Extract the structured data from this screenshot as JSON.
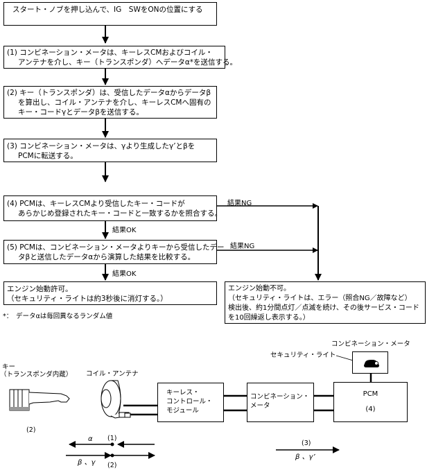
{
  "flowchart": {
    "start": {
      "text": "スタート・ノブを押し込んで、IG　SWをONの位置にする"
    },
    "steps": [
      {
        "lines": [
          "(1) コンビネーション・メータは、キーレスCMおよびコイル・",
          "アンテナを介し、キー（トランスポンダ）へデータα*を送信する。"
        ]
      },
      {
        "lines": [
          "(2) キー（トランスポンダ）は、受信したデータαからデータβ",
          "を算出し、コイル・アンテナを介し、キーレスCMへ固有の",
          "キー・コードγとデータβを送信する。"
        ]
      },
      {
        "lines": [
          "(3) コンビネーション・メータは、γより生成したγ’とβを",
          "PCMに転送する。"
        ]
      },
      {
        "lines": [
          "(4) PCMは、キーレスCMより受信したキー・コードが",
          "あらかじめ登録されたキー・コードと一致するかを照合する。"
        ]
      },
      {
        "lines": [
          "(5) PCMは、コンビネーション・メータよりキーから受信したデー",
          "タβと送信したデータαから演算した結果を比較する。"
        ]
      }
    ],
    "result_ok_label": "結果OK",
    "result_ng_label": "結果NG",
    "permit": {
      "lines": [
        "エンジン始動許可。",
        "（セキュリティ・ライトは約3秒後に消灯する。）"
      ]
    },
    "deny": {
      "lines": [
        "エンジン始動不可。",
        "（セキュリティ・ライトは、エラー（照合NG／故障など）",
        "検出後、約1分間点灯／点滅を続け、その後サービス・コード",
        "を10回繰返し表示する。）"
      ]
    },
    "footnote": "*：　データαは毎回異なるランダム値"
  },
  "diagram": {
    "key_label_1": "キー",
    "key_label_2": "（トランスポンダ内蔵）",
    "coil_label": "コイル・アンテナ",
    "keyless_module": [
      "キーレス・",
      "コントロール・",
      "モジュール"
    ],
    "combination_meter_box": [
      "コンビネーション・",
      "メータ"
    ],
    "pcm_label": "PCM",
    "pcm_step": "(4)",
    "meter_top_label": "コンビネーション・メータ",
    "security_light_label": "セキュリティ・ライト",
    "key_step": "(2)",
    "alpha_label": "α",
    "step1_label": "(1)",
    "beta_gamma_label": "β 、γ",
    "step2_label": "(2)",
    "step3_label": "(3)",
    "beta_gamma_prime_label": "β 、γ’"
  }
}
